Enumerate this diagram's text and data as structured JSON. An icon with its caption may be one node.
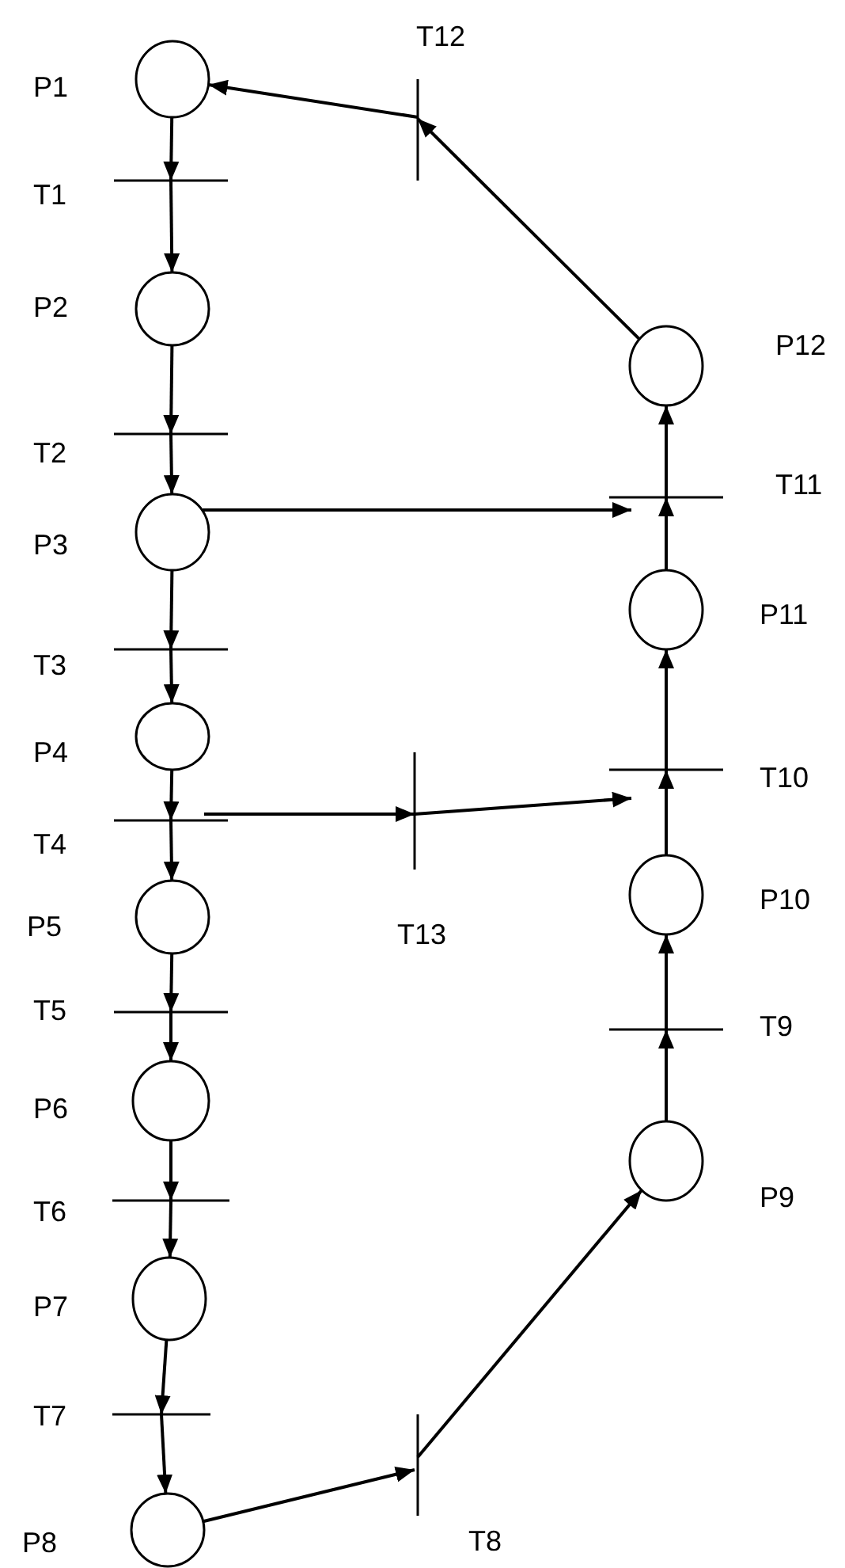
{
  "diagram": {
    "nodes": [
      {
        "text": [
          "P1"
        ]
      },
      {
        "text": [
          "T1"
        ]
      },
      {
        "text": [
          "P2"
        ]
      },
      {
        "text": [
          "T2"
        ]
      },
      {
        "text": [
          "P3"
        ]
      },
      {
        "text": [
          "T3"
        ]
      },
      {
        "text": [
          "P4"
        ]
      },
      {
        "text": [
          "T4"
        ]
      },
      {
        "text": [
          "P5"
        ]
      },
      {
        "text": [
          "T5"
        ]
      },
      {
        "text": [
          "P6"
        ]
      },
      {
        "text": [
          "T6"
        ]
      },
      {
        "text": [
          "P7"
        ]
      },
      {
        "text": [
          "T7"
        ]
      },
      {
        "text": [
          "P8"
        ]
      },
      {
        "text": [
          "T8"
        ]
      },
      {
        "text": [
          "P9"
        ]
      },
      {
        "text": [
          "T9"
        ]
      },
      {
        "text": [
          "P10"
        ]
      },
      {
        "text": [
          "T10"
        ]
      },
      {
        "text": [
          "P11"
        ]
      },
      {
        "text": [
          "T11"
        ]
      },
      {
        "text": [
          "P12"
        ]
      },
      {
        "text": [
          "T12"
        ]
      },
      {
        "text": [
          "T13"
        ]
      }
    ],
    "edges": [
      {
        "from": 0,
        "to": 1,
        "arrow": "to"
      },
      {
        "from": 1,
        "to": 2,
        "arrow": "to"
      },
      {
        "from": 2,
        "to": 3,
        "arrow": "to"
      },
      {
        "from": 3,
        "to": 4,
        "arrow": "to"
      },
      {
        "from": 4,
        "to": 5,
        "arrow": "to"
      },
      {
        "from": 5,
        "to": 6,
        "arrow": "to"
      },
      {
        "from": 6,
        "to": 7,
        "arrow": "to"
      },
      {
        "from": 7,
        "to": 8,
        "arrow": "to"
      },
      {
        "from": 8,
        "to": 9,
        "arrow": "to"
      },
      {
        "from": 9,
        "to": 10,
        "arrow": "to"
      },
      {
        "from": 10,
        "to": 11,
        "arrow": "to"
      },
      {
        "from": 11,
        "to": 12,
        "arrow": "to"
      },
      {
        "from": 12,
        "to": 13,
        "arrow": "to"
      },
      {
        "from": 13,
        "to": 14,
        "arrow": "to"
      },
      {
        "from": 14,
        "to": 15,
        "arrow": "to"
      },
      {
        "from": 15,
        "to": 16,
        "arrow": "to"
      },
      {
        "from": 16,
        "to": 17,
        "arrow": "to"
      },
      {
        "from": 17,
        "to": 18,
        "arrow": "to"
      },
      {
        "from": 18,
        "to": 19,
        "arrow": "to"
      },
      {
        "from": 19,
        "to": 20,
        "arrow": "to"
      },
      {
        "from": 20,
        "to": 21,
        "arrow": "to"
      },
      {
        "from": 21,
        "to": 22,
        "arrow": "to"
      },
      {
        "from": 22,
        "to": 23,
        "arrow": "to"
      },
      {
        "from": 23,
        "to": 0,
        "arrow": "to"
      },
      {
        "from": 4,
        "to": 21,
        "arrow": "to"
      },
      {
        "from": 7,
        "to": 24,
        "arrow": "to"
      },
      {
        "from": 24,
        "to": 19,
        "arrow": "to"
      }
    ]
  }
}
